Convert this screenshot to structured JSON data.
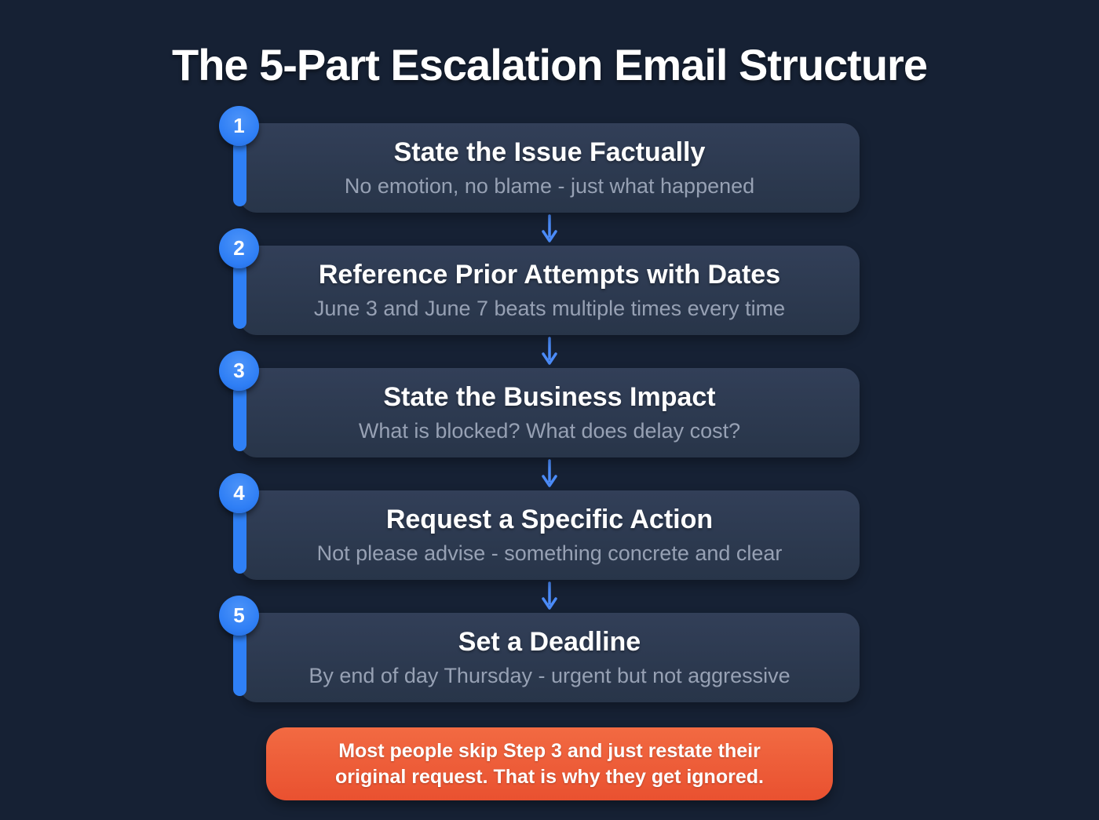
{
  "page": {
    "title": "The 5-Part Escalation Email Structure"
  },
  "steps": [
    {
      "number": "1",
      "title": "State the Issue Factually",
      "subtitle": "No emotion, no blame - just what happened"
    },
    {
      "number": "2",
      "title": "Reference Prior Attempts with Dates",
      "subtitle": "June 3 and June 7 beats multiple times every time"
    },
    {
      "number": "3",
      "title": "State the Business Impact",
      "subtitle": "What is blocked? What does delay cost?"
    },
    {
      "number": "4",
      "title": "Request a Specific Action",
      "subtitle": "Not please advise - something concrete and clear"
    },
    {
      "number": "5",
      "title": "Set a Deadline",
      "subtitle": "By end of day Thursday - urgent but not aggressive"
    }
  ],
  "callout": {
    "text": "Most people skip Step 3 and just restate their original request. That is why they get ignored."
  },
  "colors": {
    "background": "#162134",
    "card": "#2c3950",
    "accent_blue": "#2f80f6",
    "subtitle_gray": "#97a1b4",
    "callout_orange": "#ee5b3a",
    "text_white": "#ffffff"
  }
}
